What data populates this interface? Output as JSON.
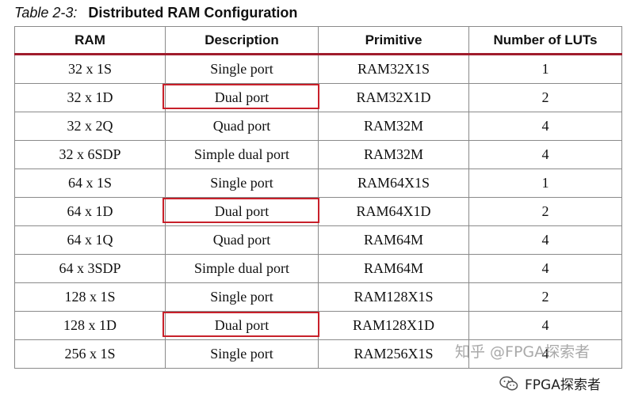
{
  "caption": {
    "number": "Table 2-3:",
    "title": "Distributed RAM Configuration"
  },
  "table": {
    "headers": [
      "RAM",
      "Description",
      "Primitive",
      "Number of LUTs"
    ],
    "rows": [
      {
        "ram": "32 x 1S",
        "description": "Single port",
        "primitive": "RAM32X1S",
        "luts": "1",
        "highlighted": false
      },
      {
        "ram": "32 x 1D",
        "description": "Dual port",
        "primitive": "RAM32X1D",
        "luts": "2",
        "highlighted": true
      },
      {
        "ram": "32 x 2Q",
        "description": "Quad port",
        "primitive": "RAM32M",
        "luts": "4",
        "highlighted": false
      },
      {
        "ram": "32 x 6SDP",
        "description": "Simple dual port",
        "primitive": "RAM32M",
        "luts": "4",
        "highlighted": false
      },
      {
        "ram": "64 x 1S",
        "description": "Single port",
        "primitive": "RAM64X1S",
        "luts": "1",
        "highlighted": false
      },
      {
        "ram": "64 x 1D",
        "description": "Dual port",
        "primitive": "RAM64X1D",
        "luts": "2",
        "highlighted": true
      },
      {
        "ram": "64 x 1Q",
        "description": "Quad port",
        "primitive": "RAM64M",
        "luts": "4",
        "highlighted": false
      },
      {
        "ram": "64 x 3SDP",
        "description": "Simple dual port",
        "primitive": "RAM64M",
        "luts": "4",
        "highlighted": false
      },
      {
        "ram": "128 x 1S",
        "description": "Single port",
        "primitive": "RAM128X1S",
        "luts": "2",
        "highlighted": false
      },
      {
        "ram": "128 x 1D",
        "description": "Dual port",
        "primitive": "RAM128X1D",
        "luts": "4",
        "highlighted": true
      },
      {
        "ram": "256 x 1S",
        "description": "Single port",
        "primitive": "RAM256X1S",
        "luts": "4",
        "highlighted": false
      }
    ]
  },
  "colors": {
    "header_rule": "#a01c2c",
    "highlight_box": "#c8202a",
    "grid": "#8a8a8a"
  },
  "watermarks": {
    "zhihu": "知乎 @FPGA探索者",
    "wechat": "FPGA探索者",
    "wechat_icon": "wechat-icon"
  }
}
